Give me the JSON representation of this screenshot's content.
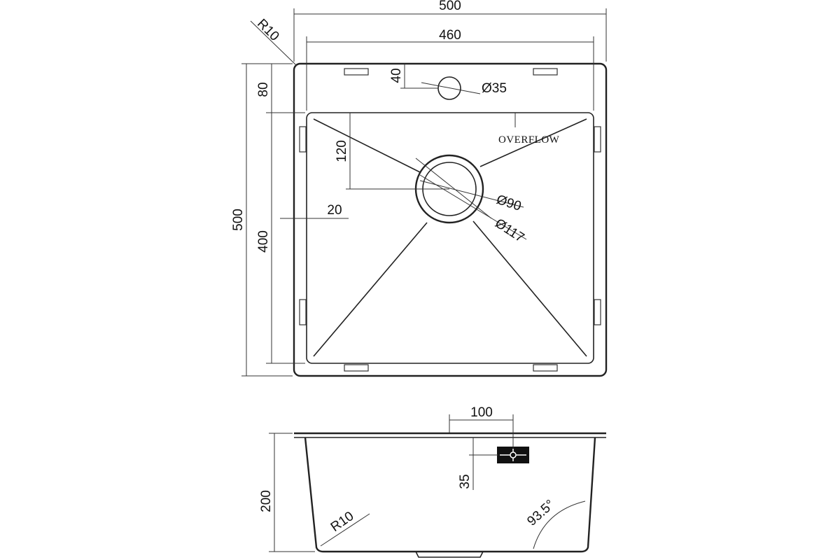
{
  "top_view": {
    "overall_width": "500",
    "inner_width": "460",
    "corner_radius": "R10",
    "overall_depth": "500",
    "inner_depth": "400",
    "front_margin": "80",
    "tap_hole_offset": "40",
    "tap_hole_diameter": "Ø35",
    "drain_offset": "120",
    "side_margin": "20",
    "drain_inner_diameter": "Ø90",
    "drain_outer_diameter": "Ø117",
    "overflow_label": "OVERFLOW"
  },
  "side_view": {
    "overflow_offset": "100",
    "overflow_height": "35",
    "bowl_depth": "200",
    "bottom_radius": "R10",
    "wall_angle": "93.5°"
  }
}
